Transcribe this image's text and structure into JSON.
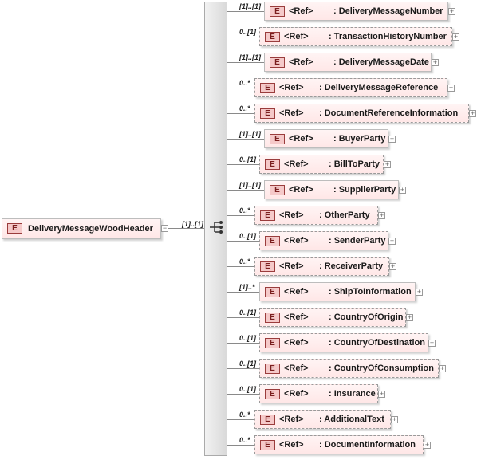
{
  "root": {
    "badge": "E",
    "name": "DeliveryMessageWoodHeader",
    "cardinality": "[1]..[1]",
    "toggle": "−"
  },
  "sequence": {
    "icon": "sequence-compositor-icon"
  },
  "ref_label": "<Ref>",
  "badge": "E",
  "children": [
    {
      "name": ": DeliveryMessageNumber",
      "cardinality": "[1]..[1]",
      "optional": false
    },
    {
      "name": ": TransactionHistoryNumber",
      "cardinality": "0..[1]",
      "optional": true
    },
    {
      "name": ": DeliveryMessageDate",
      "cardinality": "[1]..[1]",
      "optional": false
    },
    {
      "name": ": DeliveryMessageReference",
      "cardinality": "0..*",
      "optional": true
    },
    {
      "name": ": DocumentReferenceInformation",
      "cardinality": "0..*",
      "optional": true
    },
    {
      "name": ": BuyerParty",
      "cardinality": "[1]..[1]",
      "optional": false
    },
    {
      "name": ": BillToParty",
      "cardinality": "0..[1]",
      "optional": true
    },
    {
      "name": ": SupplierParty",
      "cardinality": "[1]..[1]",
      "optional": false
    },
    {
      "name": ": OtherParty",
      "cardinality": "0..*",
      "optional": true
    },
    {
      "name": ": SenderParty",
      "cardinality": "0..[1]",
      "optional": true
    },
    {
      "name": ": ReceiverParty",
      "cardinality": "0..*",
      "optional": true
    },
    {
      "name": ": ShipToInformation",
      "cardinality": "[1]..*",
      "optional": false
    },
    {
      "name": ": CountryOfOrigin",
      "cardinality": "0..[1]",
      "optional": true
    },
    {
      "name": ": CountryOfDestination",
      "cardinality": "0..[1]",
      "optional": true
    },
    {
      "name": ": CountryOfConsumption",
      "cardinality": "0..[1]",
      "optional": true
    },
    {
      "name": ": Insurance",
      "cardinality": "0..[1]",
      "optional": true
    },
    {
      "name": ": AdditionalText",
      "cardinality": "0..*",
      "optional": true
    },
    {
      "name": ": DocumentInformation",
      "cardinality": "0..*",
      "optional": true
    }
  ],
  "expand_glyph": "+"
}
